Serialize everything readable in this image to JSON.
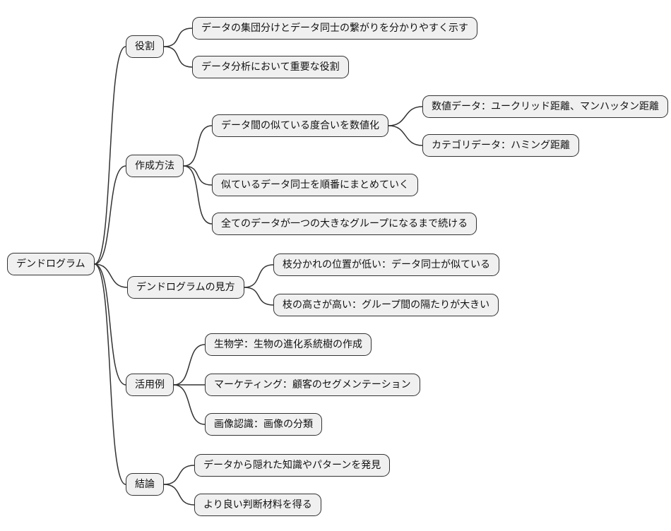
{
  "mindmap": {
    "colors": {
      "node_fill": "#f0f0f0",
      "node_border": "#333333",
      "edge": "#333333",
      "text": "#111111",
      "background": "#ffffff"
    },
    "root": {
      "id": "root",
      "label": "デンドログラム",
      "children": [
        {
          "id": "role",
          "label": "役割",
          "children": [
            {
              "id": "role1",
              "label": "データの集団分けとデータ同士の繋がりを分かりやすく示す"
            },
            {
              "id": "role2",
              "label": "データ分析において重要な役割"
            }
          ]
        },
        {
          "id": "method",
          "label": "作成方法",
          "children": [
            {
              "id": "method1",
              "label": "データ間の似ている度合いを数値化",
              "children": [
                {
                  "id": "method1a",
                  "label": "数値データ：ユークリッド距離、マンハッタン距離"
                },
                {
                  "id": "method1b",
                  "label": "カテゴリデータ：ハミング距離"
                }
              ]
            },
            {
              "id": "method2",
              "label": "似ているデータ同士を順番にまとめていく"
            },
            {
              "id": "method3",
              "label": "全てのデータが一つの大きなグループになるまで続ける"
            }
          ]
        },
        {
          "id": "reading",
          "label": "デンドログラムの見方",
          "children": [
            {
              "id": "reading1",
              "label": "枝分かれの位置が低い：データ同士が似ている"
            },
            {
              "id": "reading2",
              "label": "枝の高さが高い：グループ間の隔たりが大きい"
            }
          ]
        },
        {
          "id": "usage",
          "label": "活用例",
          "children": [
            {
              "id": "usage1",
              "label": "生物学：生物の進化系統樹の作成"
            },
            {
              "id": "usage2",
              "label": "マーケティング：顧客のセグメンテーション"
            },
            {
              "id": "usage3",
              "label": "画像認識：画像の分類"
            }
          ]
        },
        {
          "id": "conclusion",
          "label": "結論",
          "children": [
            {
              "id": "conclusion1",
              "label": "データから隠れた知識やパターンを発見"
            },
            {
              "id": "conclusion2",
              "label": "より良い判断材料を得る"
            }
          ]
        }
      ]
    }
  }
}
